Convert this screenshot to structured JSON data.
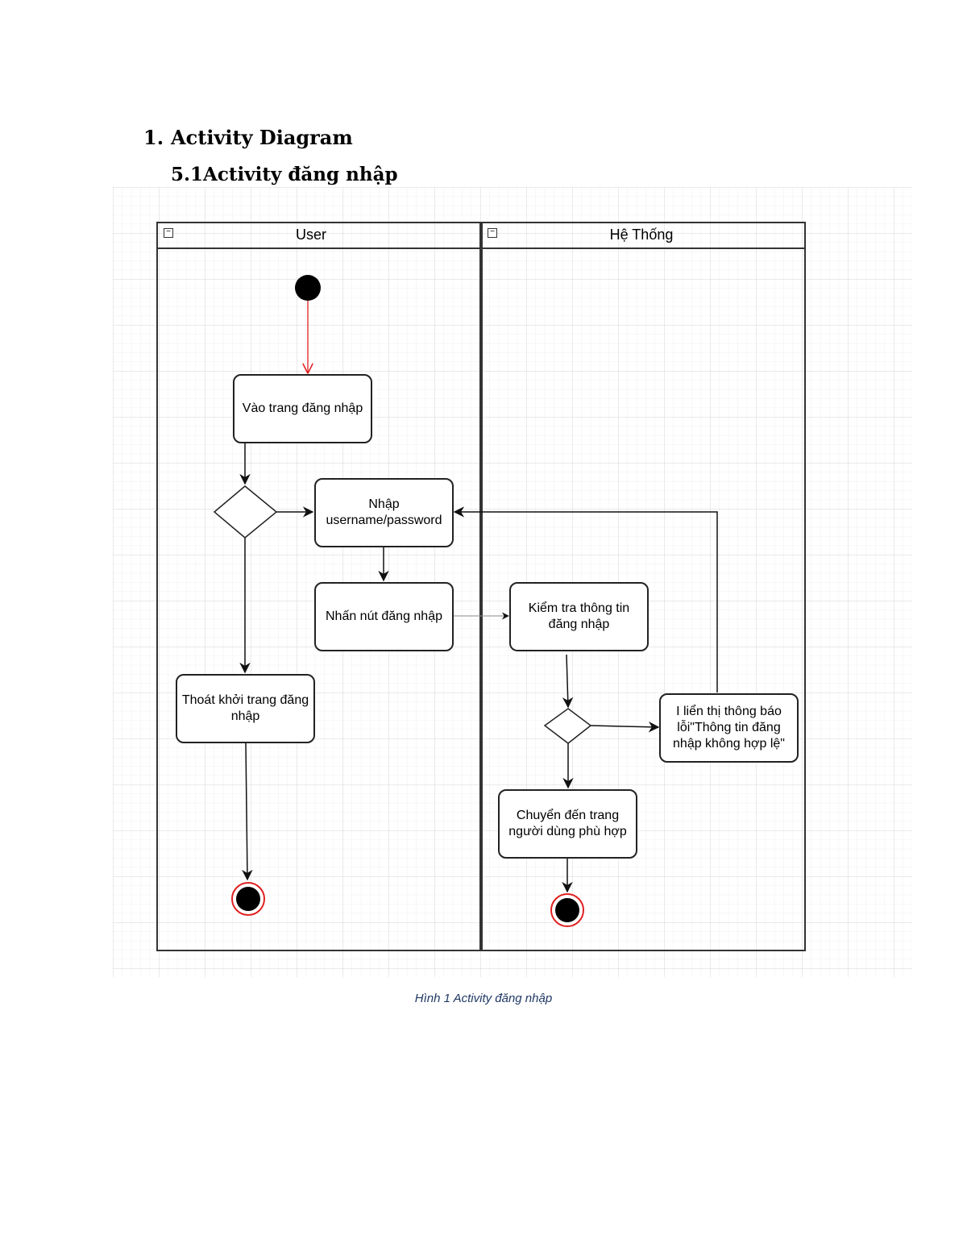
{
  "document": {
    "heading_number": "1.",
    "heading": "Activity Diagram",
    "subheading": "5.1Activity đăng nhập",
    "caption": "Hình 1 Activity đăng nhập"
  },
  "diagram": {
    "lanes": [
      {
        "title": "User",
        "collapse_icon": "minus-icon"
      },
      {
        "title": "Hệ Thống",
        "collapse_icon": "minus-icon"
      }
    ],
    "actions": {
      "enter_login_page": "Vào trang đăng nhập",
      "input_credentials": "Nhập username/password",
      "press_login_button": "Nhấn nút đăng nhập",
      "exit_login_page": "Thoát khởi trang đăng nhập",
      "check_login_info": "Kiểm tra thông tin đăng nhập",
      "show_error": "I liển thị thông báo lỗi\"Thông tin đăng nhập không hợp lệ\"",
      "redirect_user_page": "Chuyển đến trang người dùng phù hợp"
    },
    "colors": {
      "initial_flow": "#e02020",
      "final_ring": "#e02020",
      "grid": "#dcdcdc",
      "caption": "#1f3864"
    }
  }
}
